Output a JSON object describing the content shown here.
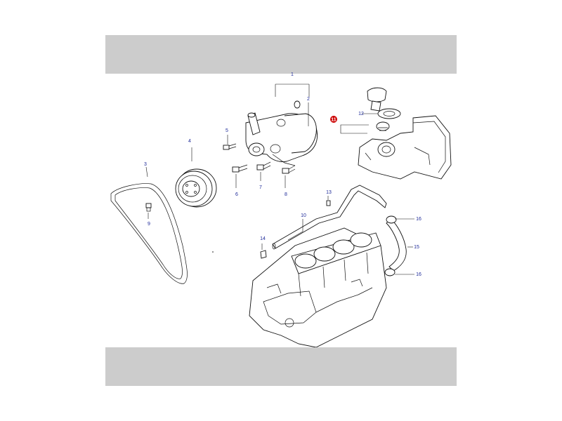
{
  "callouts": {
    "c1": "1",
    "c2": "2",
    "c3": "3",
    "c4": "4",
    "c5": "5",
    "c6": "6",
    "c7": "7",
    "c8": "8",
    "c9": "9",
    "c10": "10",
    "c11": "11",
    "c12": "12",
    "c13": "13",
    "c14": "14",
    "c15": "15",
    "c16a": "16",
    "c16b": "16"
  },
  "colors": {
    "band": "#cccccc",
    "callout_text": "#1e2a99",
    "highlight_marker": "#cc0000",
    "line_art": "#111111"
  }
}
